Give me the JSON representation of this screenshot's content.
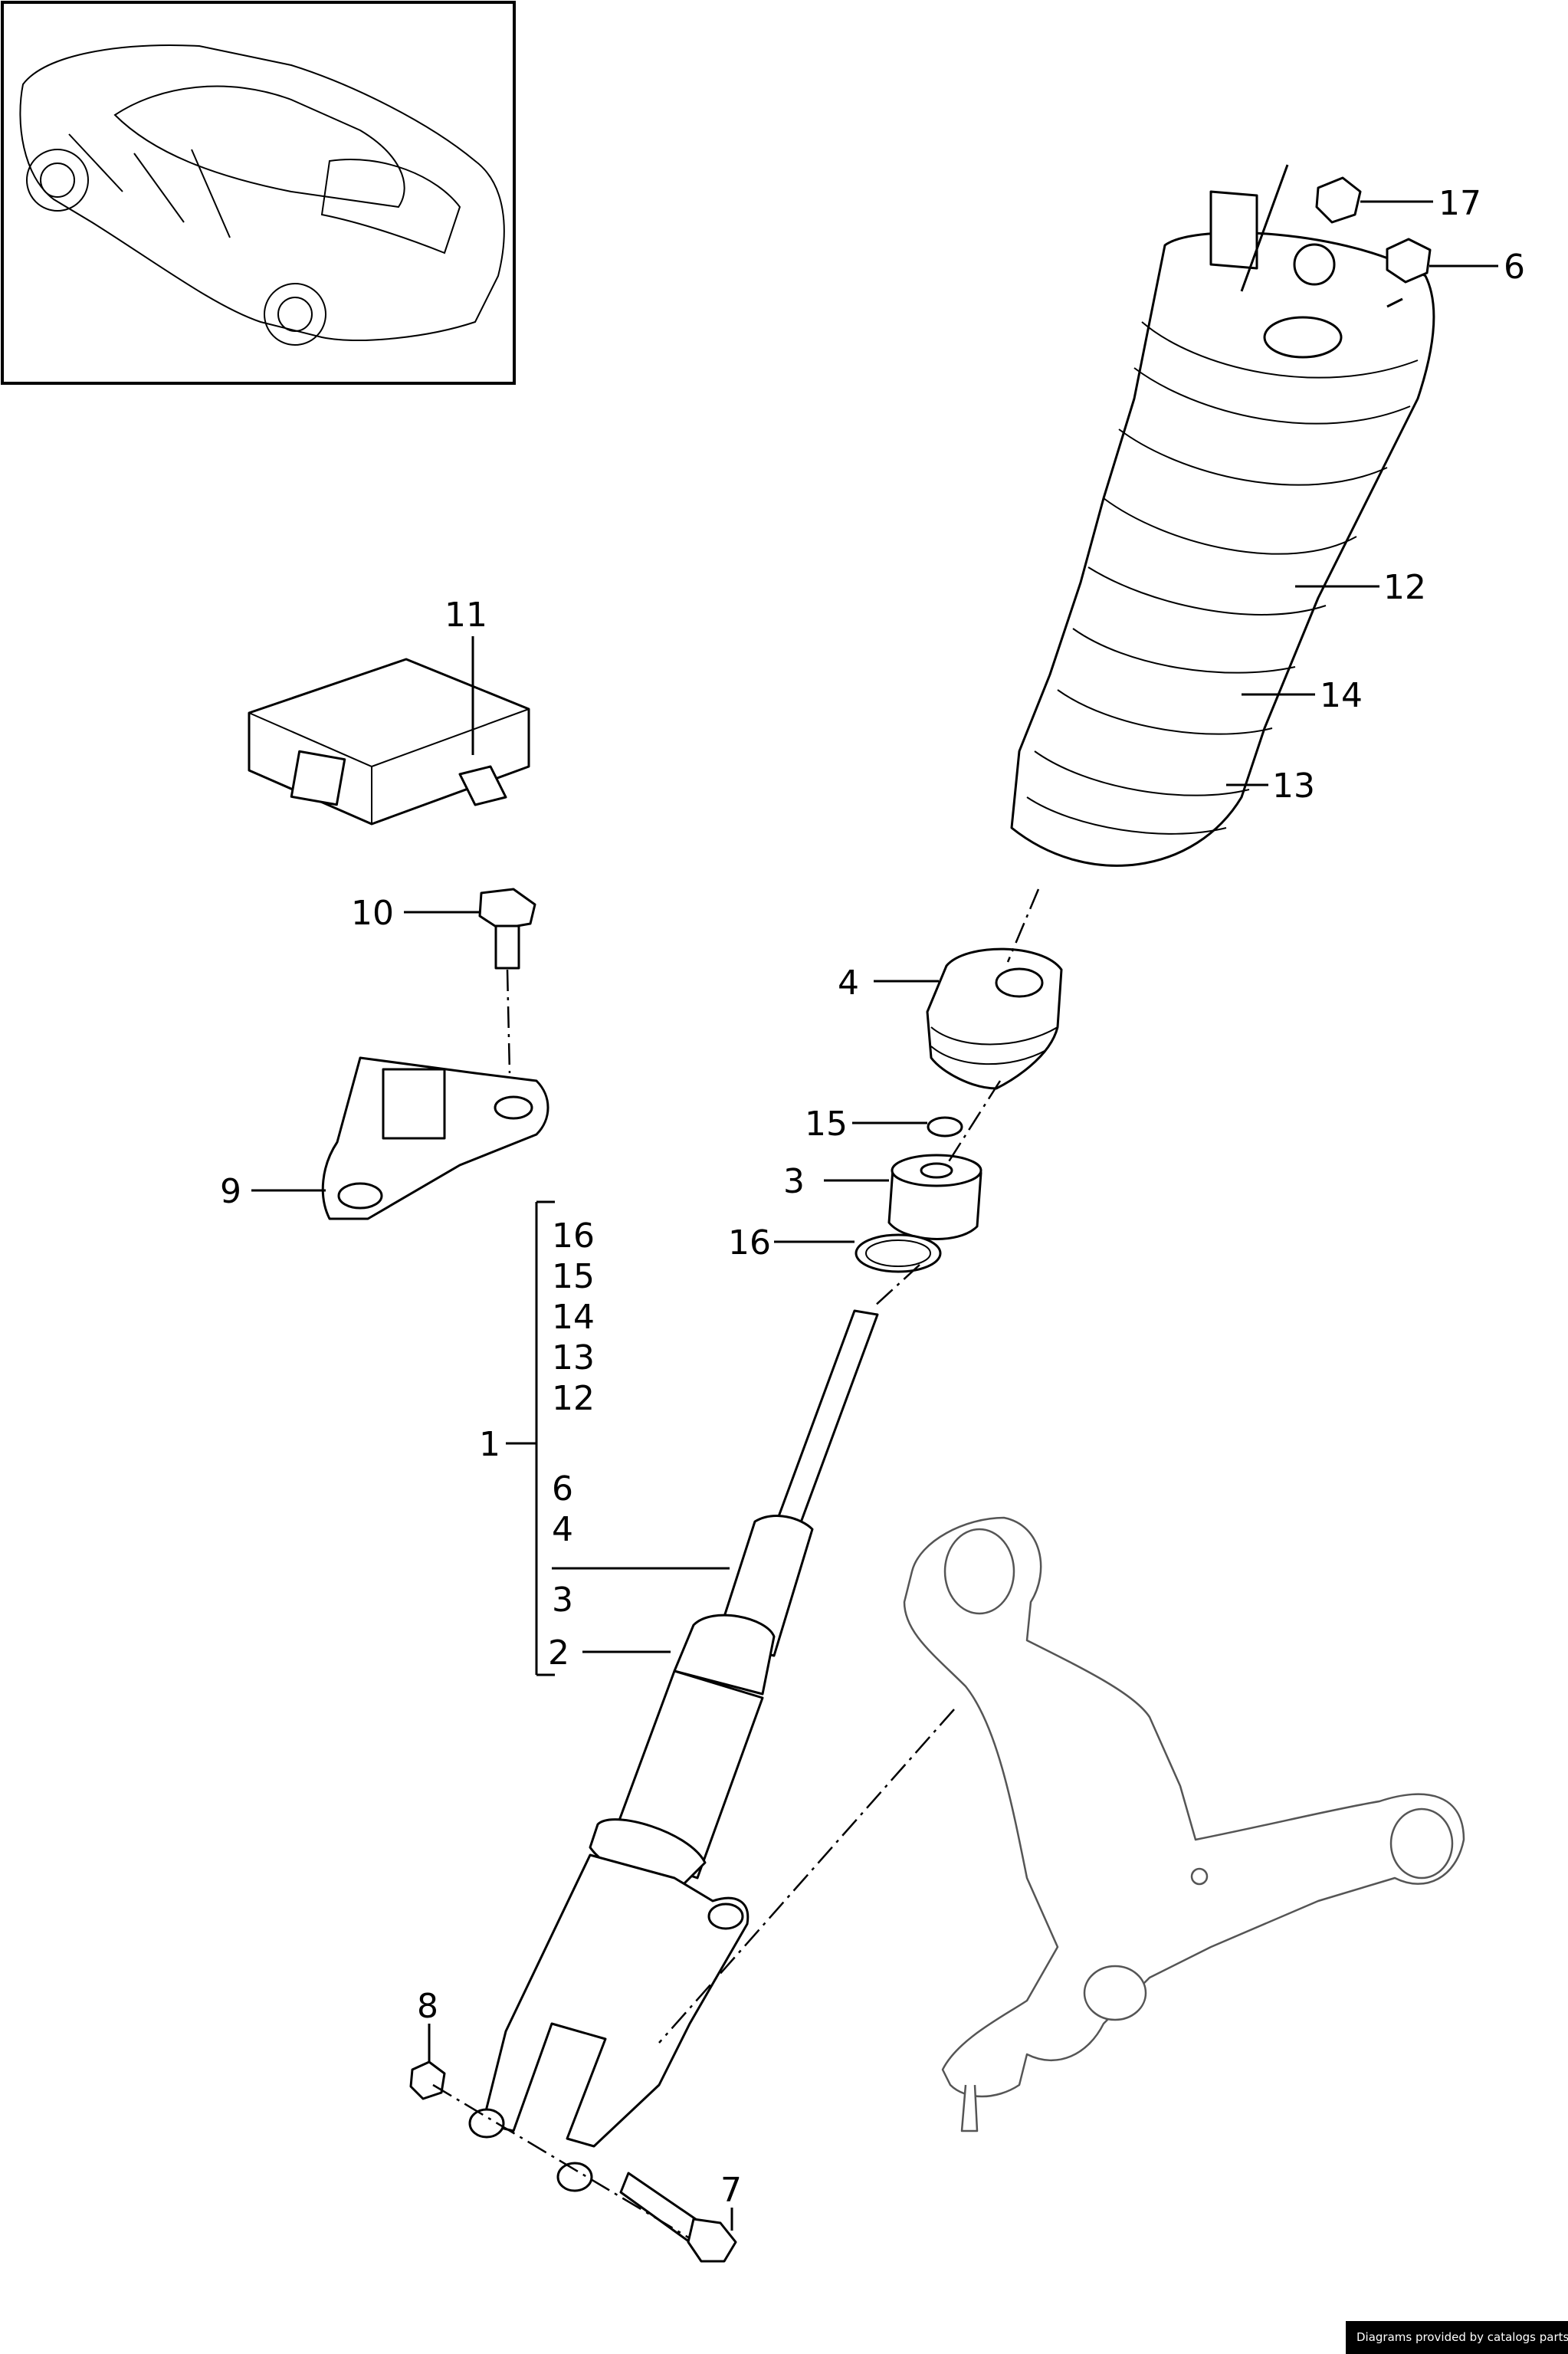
{
  "callouts": {
    "c17": "17",
    "c6": "6",
    "c12": "12",
    "c14": "14",
    "c13": "13",
    "c11": "11",
    "c10": "10",
    "c9": "9",
    "c4": "4",
    "c15": "15",
    "c3": "3",
    "c16": "16",
    "c1": "1",
    "c2": "2",
    "c8": "8",
    "c7": "7"
  },
  "kit_list": [
    "16",
    "15",
    "14",
    "13",
    "12",
    "6",
    "4",
    "3"
  ],
  "credit": "Diagrams provided by catalogs parts"
}
